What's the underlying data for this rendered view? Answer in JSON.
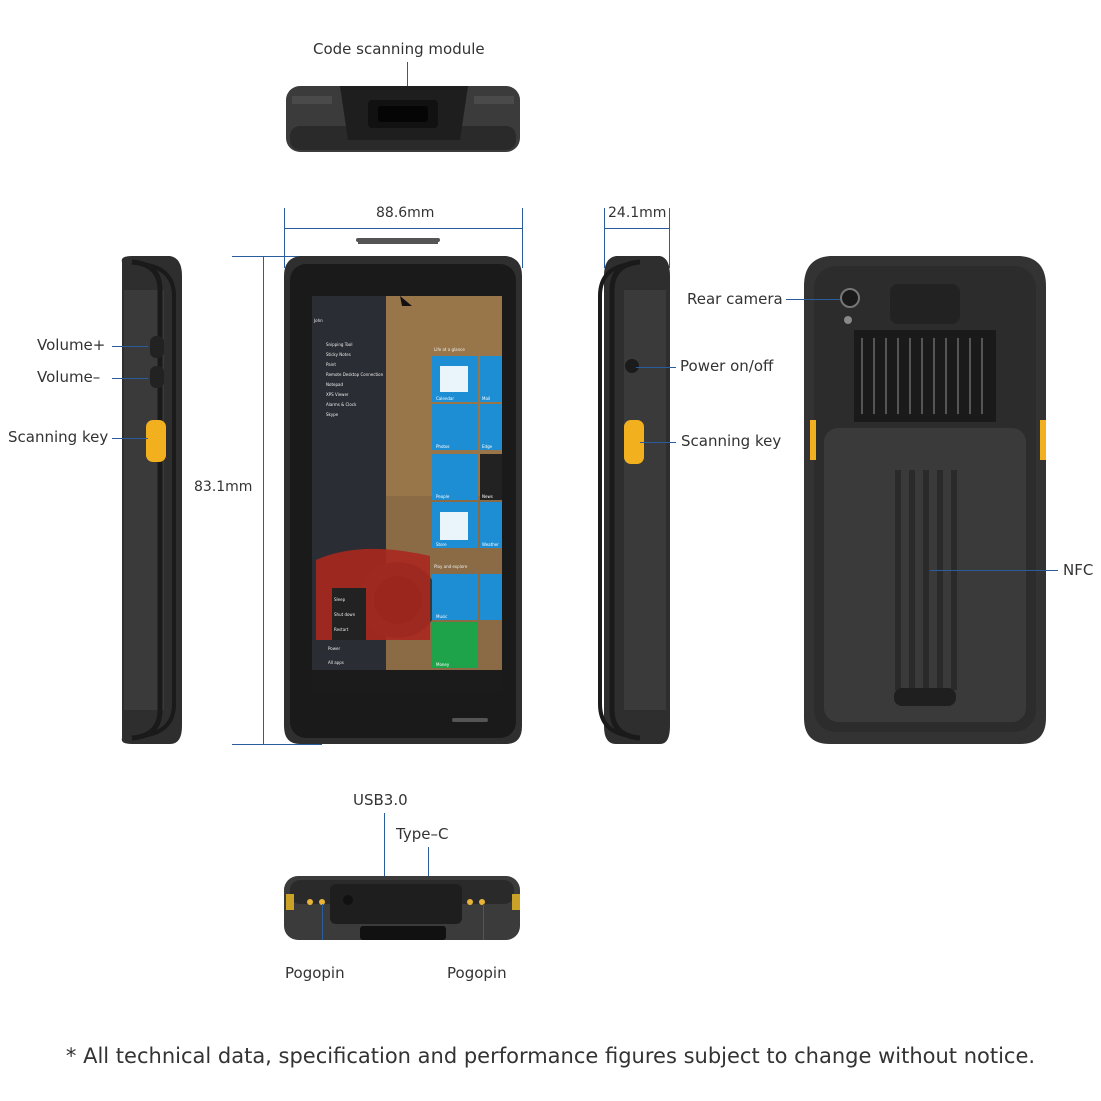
{
  "labels": {
    "code_scanning": "Code scanning module",
    "width": "88.6mm",
    "depth": "24.1mm",
    "height": "83.1mm",
    "volume_up": "Volume+",
    "volume_down": "Volume–",
    "scanning_key_left": "Scanning key",
    "rear_camera": "Rear camera",
    "power": "Power on/off",
    "scanning_key_right": "Scanning key",
    "nfc": "NFC",
    "usb": "USB3.0",
    "typec": "Type–C",
    "pogo_left": "Pogopin",
    "pogo_right": "Pogopin"
  },
  "screen": {
    "user": "John",
    "apps": [
      "Snipping Tool",
      "Sticky Notes",
      "Paint",
      "Remote Desktop Connection",
      "Notepad",
      "XPS Viewer",
      "Alarms & Clock",
      "Skype"
    ],
    "power_menu": [
      "Sleep",
      "Shut down",
      "Restart"
    ],
    "power": "Power",
    "all_apps": "All apps",
    "tiles": [
      "Calendar",
      "Mail",
      "Photos",
      "Edge",
      "People",
      "News",
      "Store",
      "Weather",
      "Music",
      "Money"
    ],
    "life_header": "Life at a glance",
    "play_header": "Play and explore"
  },
  "colors": {
    "device_body": "#3a3a3a",
    "device_dark": "#1f1f1f",
    "accent_yellow": "#f2b01e",
    "leader_line": "#2a5d9e",
    "tile_blue": "#1e8ed4",
    "tile_green": "#1fa34a"
  },
  "footnote": "* All technical data, specification and performance figures subject to change without notice."
}
